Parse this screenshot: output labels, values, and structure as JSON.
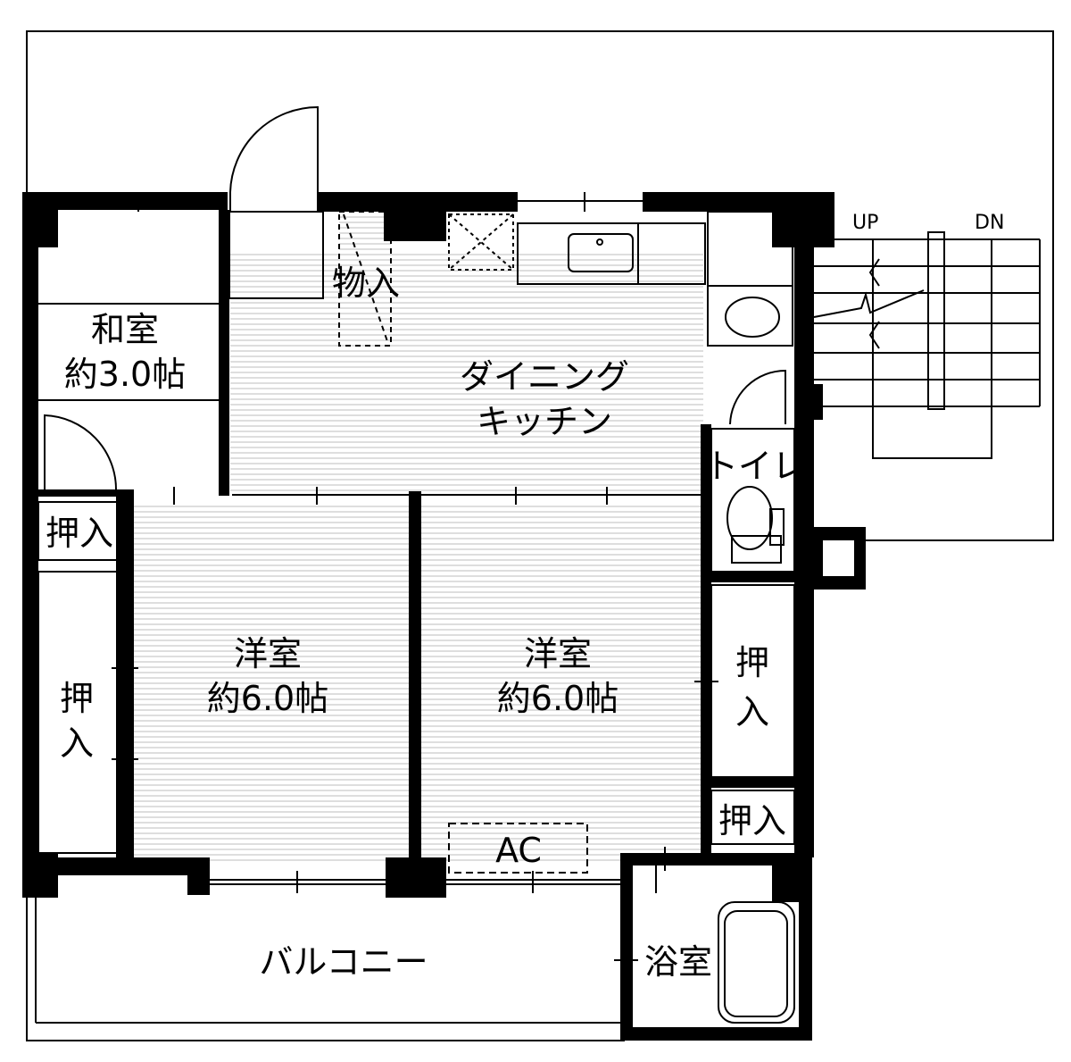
{
  "rooms": {
    "washitsu": {
      "name": "和室",
      "size": "約3.0帖"
    },
    "dining_kitchen": {
      "line1": "ダイニング",
      "line2": "キッチン"
    },
    "storage": "物入",
    "toilet": "トイレ",
    "youshitsu_left": {
      "name": "洋室",
      "size": "約6.0帖"
    },
    "youshitsu_right": {
      "name": "洋室",
      "size": "約6.0帖"
    },
    "oshiire_small_left": "押入",
    "oshiire_tall_left": {
      "c1": "押",
      "c2": "入"
    },
    "oshiire_tall_right": {
      "c1": "押",
      "c2": "入"
    },
    "oshiire_small_right": "押入",
    "ac": "AC",
    "bath": "浴室",
    "balcony": "バルコニー"
  },
  "stairs": {
    "up": "UP",
    "down": "DN"
  }
}
